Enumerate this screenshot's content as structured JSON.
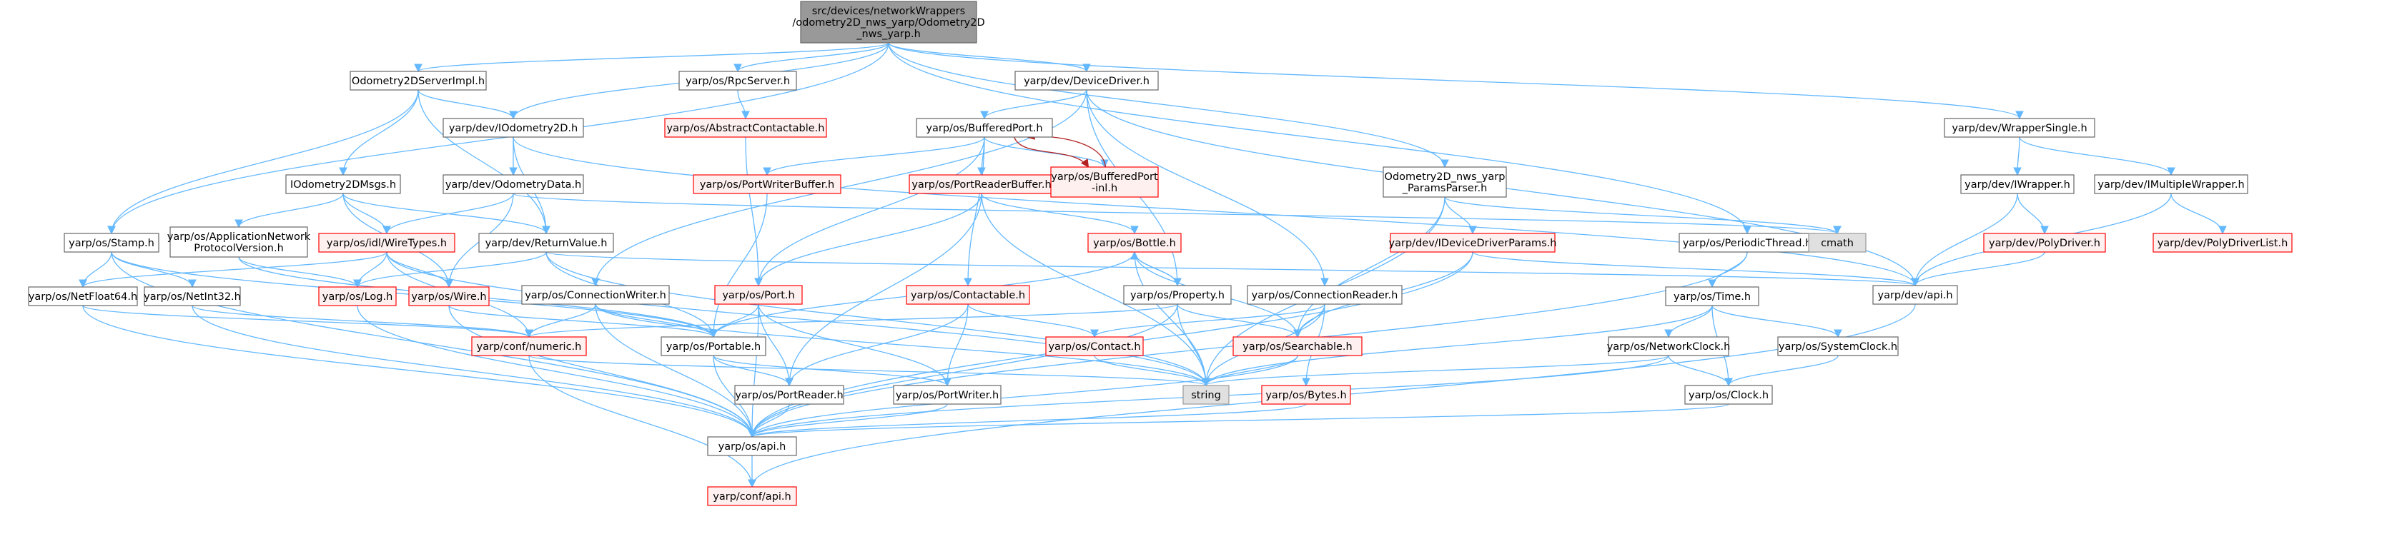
{
  "colors": {
    "root_fill": "#999999",
    "root_stroke": "#666666",
    "node_fill": "#ffffff",
    "node_stroke": "#666666",
    "red_fill": "#fff0f0",
    "red_stroke": "#ff0000",
    "sys_fill": "#e0e0e0",
    "sys_stroke": "#999999",
    "edge": "#63b8ff",
    "edge_red": "#b22222"
  },
  "nodes": [
    {
      "id": "root",
      "style": "root",
      "lines": [
        "src/devices/networkWrappers",
        "/odometry2D_nws_yarp/Odometry2D",
        "_nws_yarp.h"
      ]
    },
    {
      "id": "serverimpl",
      "style": "normal",
      "lines": [
        "Odometry2DServerImpl.h"
      ]
    },
    {
      "id": "rpcserver",
      "style": "normal",
      "lines": [
        "yarp/os/RpcServer.h"
      ]
    },
    {
      "id": "devicedriver",
      "style": "normal",
      "lines": [
        "yarp/dev/DeviceDriver.h"
      ]
    },
    {
      "id": "wrappersingle",
      "style": "normal",
      "lines": [
        "yarp/dev/WrapperSingle.h"
      ]
    },
    {
      "id": "iodometry2d",
      "style": "normal",
      "lines": [
        "yarp/dev/IOdometry2D.h"
      ]
    },
    {
      "id": "abstractcontactable",
      "style": "red",
      "lines": [
        "yarp/os/AbstractContactable.h"
      ]
    },
    {
      "id": "bufferedport",
      "style": "normal",
      "lines": [
        "yarp/os/BufferedPort.h"
      ]
    },
    {
      "id": "iodometry2dmsgs",
      "style": "normal",
      "lines": [
        "IOdometry2DMsgs.h"
      ]
    },
    {
      "id": "odometrydata",
      "style": "normal",
      "lines": [
        "yarp/dev/OdometryData.h"
      ]
    },
    {
      "id": "portwriterbuffer",
      "style": "red",
      "lines": [
        "yarp/os/PortWriterBuffer.h"
      ]
    },
    {
      "id": "portreaderbuffer",
      "style": "red",
      "lines": [
        "yarp/os/PortReaderBuffer.h"
      ]
    },
    {
      "id": "bufferedportinl",
      "style": "red",
      "lines": [
        "yarp/os/BufferedPort",
        "-inl.h"
      ]
    },
    {
      "id": "paramsparser",
      "style": "normal",
      "lines": [
        "Odometry2D_nws_yarp",
        "_ParamsParser.h"
      ]
    },
    {
      "id": "iwrapper",
      "style": "normal",
      "lines": [
        "yarp/dev/IWrapper.h"
      ]
    },
    {
      "id": "imultiplewrapper",
      "style": "normal",
      "lines": [
        "yarp/dev/IMultipleWrapper.h"
      ]
    },
    {
      "id": "stamp",
      "style": "normal",
      "lines": [
        "yarp/os/Stamp.h"
      ]
    },
    {
      "id": "appnetproto",
      "style": "normal",
      "lines": [
        "yarp/os/ApplicationNetwork",
        "ProtocolVersion.h"
      ]
    },
    {
      "id": "wiretypes",
      "style": "red",
      "lines": [
        "yarp/os/idl/WireTypes.h"
      ]
    },
    {
      "id": "returnvalue",
      "style": "normal",
      "lines": [
        "yarp/dev/ReturnValue.h"
      ]
    },
    {
      "id": "bottle",
      "style": "red",
      "lines": [
        "yarp/os/Bottle.h"
      ]
    },
    {
      "id": "ideviceparams",
      "style": "red",
      "lines": [
        "yarp/dev/IDeviceDriverParams.h"
      ]
    },
    {
      "id": "periodicthread",
      "style": "normal",
      "lines": [
        "yarp/os/PeriodicThread.h"
      ]
    },
    {
      "id": "cmath",
      "style": "sys",
      "lines": [
        "cmath"
      ]
    },
    {
      "id": "polydriver",
      "style": "red",
      "lines": [
        "yarp/dev/PolyDriver.h"
      ]
    },
    {
      "id": "polydriverlist",
      "style": "red",
      "lines": [
        "yarp/dev/PolyDriverList.h"
      ]
    },
    {
      "id": "netfloat64",
      "style": "normal",
      "lines": [
        "yarp/os/NetFloat64.h"
      ]
    },
    {
      "id": "netint32",
      "style": "normal",
      "lines": [
        "yarp/os/NetInt32.h"
      ]
    },
    {
      "id": "log",
      "style": "red",
      "lines": [
        "yarp/os/Log.h"
      ]
    },
    {
      "id": "wire",
      "style": "red",
      "lines": [
        "yarp/os/Wire.h"
      ]
    },
    {
      "id": "connectionwriter",
      "style": "normal",
      "lines": [
        "yarp/os/ConnectionWriter.h"
      ]
    },
    {
      "id": "port",
      "style": "red",
      "lines": [
        "yarp/os/Port.h"
      ]
    },
    {
      "id": "contactable",
      "style": "red",
      "lines": [
        "yarp/os/Contactable.h"
      ]
    },
    {
      "id": "property",
      "style": "normal",
      "lines": [
        "yarp/os/Property.h"
      ]
    },
    {
      "id": "connectionreader",
      "style": "normal",
      "lines": [
        "yarp/os/ConnectionReader.h"
      ]
    },
    {
      "id": "time",
      "style": "normal",
      "lines": [
        "yarp/os/Time.h"
      ]
    },
    {
      "id": "devapi",
      "style": "normal",
      "lines": [
        "yarp/dev/api.h"
      ]
    },
    {
      "id": "numeric",
      "style": "red",
      "lines": [
        "yarp/conf/numeric.h"
      ]
    },
    {
      "id": "portable",
      "style": "normal",
      "lines": [
        "yarp/os/Portable.h"
      ]
    },
    {
      "id": "contact",
      "style": "red",
      "lines": [
        "yarp/os/Contact.h"
      ]
    },
    {
      "id": "searchable",
      "style": "red",
      "lines": [
        "yarp/os/Searchable.h"
      ]
    },
    {
      "id": "networkclock",
      "style": "normal",
      "lines": [
        "yarp/os/NetworkClock.h"
      ]
    },
    {
      "id": "systemclock",
      "style": "normal",
      "lines": [
        "yarp/os/SystemClock.h"
      ]
    },
    {
      "id": "portreader",
      "style": "normal",
      "lines": [
        "yarp/os/PortReader.h"
      ]
    },
    {
      "id": "portwriter",
      "style": "normal",
      "lines": [
        "yarp/os/PortWriter.h"
      ]
    },
    {
      "id": "string",
      "style": "sys",
      "lines": [
        "string"
      ]
    },
    {
      "id": "bytes",
      "style": "red",
      "lines": [
        "yarp/os/Bytes.h"
      ]
    },
    {
      "id": "clock",
      "style": "normal",
      "lines": [
        "yarp/os/Clock.h"
      ]
    },
    {
      "id": "osapi",
      "style": "normal",
      "lines": [
        "yarp/os/api.h"
      ]
    },
    {
      "id": "confapi",
      "style": "red",
      "lines": [
        "yarp/conf/api.h"
      ]
    }
  ]
}
